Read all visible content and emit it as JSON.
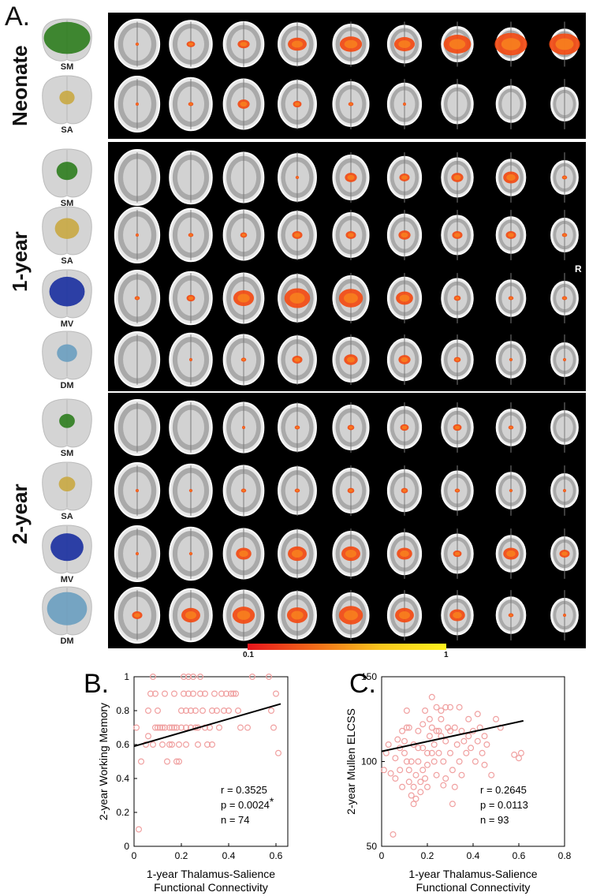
{
  "panel_a": {
    "letter": "A.",
    "right_label": "R",
    "groups": [
      {
        "label": "Neonate",
        "rows": [
          {
            "network": "SM",
            "color": "#2e7d1e",
            "activation": [
              0.1,
              0.25,
              0.35,
              0.55,
              0.65,
              0.6,
              0.8,
              0.95,
              0.9
            ]
          },
          {
            "network": "SA",
            "color": "#c9a842",
            "activation": [
              0.05,
              0.15,
              0.35,
              0.25,
              0.15,
              0.05,
              0.0,
              0.0,
              0.0
            ]
          }
        ]
      },
      {
        "label": "1-year",
        "rows": [
          {
            "network": "SM",
            "color": "#2e7d1e",
            "activation": [
              0.0,
              0.0,
              0.0,
              0.1,
              0.35,
              0.3,
              0.35,
              0.45,
              0.15
            ]
          },
          {
            "network": "SA",
            "color": "#c9a842",
            "activation": [
              0.05,
              0.15,
              0.2,
              0.3,
              0.3,
              0.35,
              0.3,
              0.3,
              0.15
            ]
          },
          {
            "network": "MV",
            "color": "#1a2fa0",
            "activation": [
              0.15,
              0.25,
              0.6,
              0.75,
              0.7,
              0.5,
              0.2,
              0.15,
              0.15
            ]
          },
          {
            "network": "DM",
            "color": "#6a9ec0",
            "activation": [
              0.0,
              0.05,
              0.15,
              0.3,
              0.4,
              0.35,
              0.2,
              0.1,
              0.05
            ]
          }
        ]
      },
      {
        "label": "2-year",
        "rows": [
          {
            "network": "SM",
            "color": "#2e7d1e",
            "activation": [
              0.0,
              0.0,
              0.05,
              0.15,
              0.2,
              0.25,
              0.25,
              0.15,
              0.0
            ]
          },
          {
            "network": "SA",
            "color": "#c9a842",
            "activation": [
              0.05,
              0.1,
              0.15,
              0.15,
              0.2,
              0.2,
              0.15,
              0.1,
              0.05
            ]
          },
          {
            "network": "MV",
            "color": "#1a2fa0",
            "activation": [
              0.05,
              0.1,
              0.45,
              0.55,
              0.55,
              0.45,
              0.25,
              0.45,
              0.3
            ]
          },
          {
            "network": "DM",
            "color": "#6a9ec0",
            "activation": [
              0.3,
              0.55,
              0.65,
              0.6,
              0.7,
              0.55,
              0.45,
              0.15,
              0.05
            ]
          }
        ]
      }
    ],
    "colorbar": {
      "min_label": "0.1",
      "max_label": "1",
      "colors": [
        "#e8141c",
        "#f26a1a",
        "#f9c61e",
        "#fff21e"
      ]
    }
  },
  "chart_data": [
    {
      "panel": "B.",
      "type": "scatter",
      "xlabel": "1-year Thalamus-Salience\nFunctional Connectivity",
      "ylabel": "2-year Working Memory",
      "xlim": [
        0,
        0.65
      ],
      "ylim": [
        0,
        1
      ],
      "xticks": [
        0,
        0.2,
        0.4,
        0.6
      ],
      "yticks": [
        0,
        0.2,
        0.4,
        0.6,
        0.8,
        1
      ],
      "stats": [
        "r = 0.3525",
        "p = 0.0024",
        "n = 74"
      ],
      "p_marker": "*",
      "fit": {
        "x": [
          0.0,
          0.62
        ],
        "y": [
          0.59,
          0.84
        ]
      },
      "marker_color": "#f0a0a0",
      "points": [
        [
          0.01,
          0.7
        ],
        [
          0.02,
          0.1
        ],
        [
          0.03,
          0.5
        ],
        [
          0.05,
          0.6
        ],
        [
          0.06,
          0.8
        ],
        [
          0.07,
          0.9
        ],
        [
          0.08,
          1.0
        ],
        [
          0.08,
          0.6
        ],
        [
          0.09,
          0.7
        ],
        [
          0.1,
          0.7
        ],
        [
          0.1,
          0.8
        ],
        [
          0.11,
          0.7
        ],
        [
          0.12,
          0.6
        ],
        [
          0.12,
          0.7
        ],
        [
          0.13,
          0.9
        ],
        [
          0.13,
          0.7
        ],
        [
          0.14,
          0.5
        ],
        [
          0.15,
          0.7
        ],
        [
          0.15,
          0.6
        ],
        [
          0.16,
          0.7
        ],
        [
          0.17,
          0.9
        ],
        [
          0.17,
          0.7
        ],
        [
          0.18,
          0.7
        ],
        [
          0.18,
          0.5
        ],
        [
          0.19,
          0.6
        ],
        [
          0.19,
          0.5
        ],
        [
          0.2,
          0.7
        ],
        [
          0.2,
          0.8
        ],
        [
          0.21,
          1.0
        ],
        [
          0.21,
          0.9
        ],
        [
          0.22,
          0.8
        ],
        [
          0.22,
          0.7
        ],
        [
          0.22,
          0.6
        ],
        [
          0.23,
          1.0
        ],
        [
          0.23,
          0.9
        ],
        [
          0.24,
          0.7
        ],
        [
          0.24,
          0.8
        ],
        [
          0.25,
          1.0
        ],
        [
          0.25,
          0.9
        ],
        [
          0.26,
          0.7
        ],
        [
          0.26,
          0.8
        ],
        [
          0.27,
          0.6
        ],
        [
          0.28,
          1.0
        ],
        [
          0.28,
          0.9
        ],
        [
          0.29,
          0.8
        ],
        [
          0.3,
          0.7
        ],
        [
          0.3,
          0.9
        ],
        [
          0.31,
          0.6
        ],
        [
          0.32,
          0.7
        ],
        [
          0.33,
          0.8
        ],
        [
          0.34,
          0.9
        ],
        [
          0.35,
          0.8
        ],
        [
          0.36,
          0.7
        ],
        [
          0.37,
          0.9
        ],
        [
          0.38,
          0.8
        ],
        [
          0.39,
          0.9
        ],
        [
          0.4,
          0.8
        ],
        [
          0.41,
          0.9
        ],
        [
          0.42,
          0.9
        ],
        [
          0.43,
          0.9
        ],
        [
          0.44,
          0.8
        ],
        [
          0.45,
          0.7
        ],
        [
          0.48,
          0.7
        ],
        [
          0.5,
          1.0
        ],
        [
          0.57,
          1.0
        ],
        [
          0.58,
          0.8
        ],
        [
          0.59,
          0.7
        ],
        [
          0.6,
          0.9
        ],
        [
          0.61,
          0.55
        ],
        [
          0.06,
          0.65
        ],
        [
          0.09,
          0.9
        ],
        [
          0.27,
          0.7
        ],
        [
          0.33,
          0.6
        ],
        [
          0.16,
          0.6
        ]
      ]
    },
    {
      "panel": "C.",
      "type": "scatter",
      "xlabel": "1-year Thalamus-Salience\nFunctional Connectivity",
      "ylabel": "2-year Mullen ELCSS",
      "xlim": [
        0,
        0.8
      ],
      "ylim": [
        50,
        150
      ],
      "xticks": [
        0,
        0.2,
        0.4,
        0.6,
        0.8
      ],
      "yticks": [
        50,
        100,
        150
      ],
      "stats": [
        "r = 0.2645",
        "p = 0.0113",
        "n = 93"
      ],
      "fit": {
        "x": [
          0.0,
          0.62
        ],
        "y": [
          106,
          124
        ]
      },
      "marker_color": "#f0a0a0",
      "points": [
        [
          0.01,
          95
        ],
        [
          0.02,
          105
        ],
        [
          0.03,
          110
        ],
        [
          0.04,
          93
        ],
        [
          0.05,
          57
        ],
        [
          0.06,
          102
        ],
        [
          0.07,
          113
        ],
        [
          0.08,
          108
        ],
        [
          0.09,
          118
        ],
        [
          0.1,
          112
        ],
        [
          0.1,
          105
        ],
        [
          0.11,
          130
        ],
        [
          0.11,
          120
        ],
        [
          0.12,
          95
        ],
        [
          0.12,
          88
        ],
        [
          0.13,
          80
        ],
        [
          0.13,
          100
        ],
        [
          0.14,
          85
        ],
        [
          0.14,
          110
        ],
        [
          0.15,
          78
        ],
        [
          0.15,
          92
        ],
        [
          0.16,
          118
        ],
        [
          0.16,
          100
        ],
        [
          0.17,
          88
        ],
        [
          0.17,
          82
        ],
        [
          0.18,
          122
        ],
        [
          0.18,
          108
        ],
        [
          0.19,
          90
        ],
        [
          0.19,
          130
        ],
        [
          0.2,
          105
        ],
        [
          0.2,
          98
        ],
        [
          0.21,
          115
        ],
        [
          0.21,
          125
        ],
        [
          0.22,
          138
        ],
        [
          0.22,
          120
        ],
        [
          0.23,
          110
        ],
        [
          0.23,
          100
        ],
        [
          0.24,
          132
        ],
        [
          0.24,
          92
        ],
        [
          0.25,
          118
        ],
        [
          0.25,
          105
        ],
        [
          0.26,
          125
        ],
        [
          0.26,
          115
        ],
        [
          0.27,
          100
        ],
        [
          0.28,
          132
        ],
        [
          0.28,
          112
        ],
        [
          0.29,
          120
        ],
        [
          0.3,
          132
        ],
        [
          0.3,
          105
        ],
        [
          0.31,
          75
        ],
        [
          0.31,
          95
        ],
        [
          0.32,
          120
        ],
        [
          0.33,
          110
        ],
        [
          0.34,
          132
        ],
        [
          0.34,
          100
        ],
        [
          0.35,
          118
        ],
        [
          0.36,
          112
        ],
        [
          0.37,
          105
        ],
        [
          0.38,
          125
        ],
        [
          0.39,
          108
        ],
        [
          0.4,
          118
        ],
        [
          0.41,
          100
        ],
        [
          0.42,
          112
        ],
        [
          0.43,
          120
        ],
        [
          0.44,
          105
        ],
        [
          0.45,
          115
        ],
        [
          0.46,
          110
        ],
        [
          0.48,
          92
        ],
        [
          0.5,
          125
        ],
        [
          0.52,
          120
        ],
        [
          0.58,
          104
        ],
        [
          0.6,
          102
        ],
        [
          0.61,
          105
        ],
        [
          0.08,
          95
        ],
        [
          0.12,
          120
        ],
        [
          0.14,
          75
        ],
        [
          0.16,
          108
        ],
        [
          0.18,
          95
        ],
        [
          0.2,
          85
        ],
        [
          0.22,
          105
        ],
        [
          0.24,
          118
        ],
        [
          0.26,
          130
        ],
        [
          0.28,
          90
        ],
        [
          0.3,
          118
        ],
        [
          0.32,
          85
        ],
        [
          0.35,
          92
        ],
        [
          0.38,
          115
        ],
        [
          0.42,
          128
        ],
        [
          0.45,
          98
        ],
        [
          0.06,
          90
        ],
        [
          0.09,
          85
        ],
        [
          0.11,
          100
        ],
        [
          0.27,
          86
        ]
      ]
    }
  ]
}
